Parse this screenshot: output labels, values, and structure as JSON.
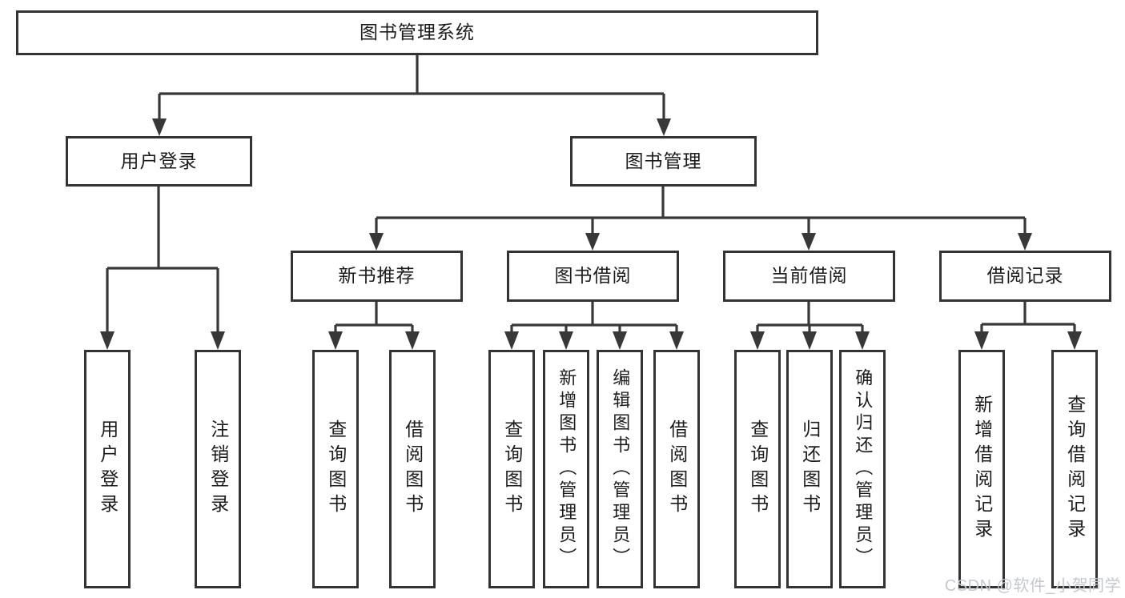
{
  "diagram": {
    "root": "图书管理系统",
    "level2": [
      "用户登录",
      "图书管理"
    ],
    "level3": [
      "新书推荐",
      "图书借阅",
      "当前借阅",
      "借阅记录"
    ],
    "leaves_login": [
      "用户登录",
      "注销登录"
    ],
    "leaves_recommend": [
      "查询图书",
      "借阅图书"
    ],
    "leaves_borrow": [
      "查询图书",
      "新增图书（管理员）",
      "编辑图书（管理员）",
      "借阅图书"
    ],
    "leaves_current": [
      "查询图书",
      "归还图书",
      "确认归还（管理员）"
    ],
    "leaves_records": [
      "新增借阅记录",
      "查询借阅记录"
    ]
  },
  "watermark": {
    "text": "CSDN @软件_小贺同学"
  },
  "colors": {
    "line": "#383838",
    "box_border": "#333333",
    "text": "#1c1c1c",
    "watermark": "#c5c8cd",
    "background": "#ffffff"
  }
}
